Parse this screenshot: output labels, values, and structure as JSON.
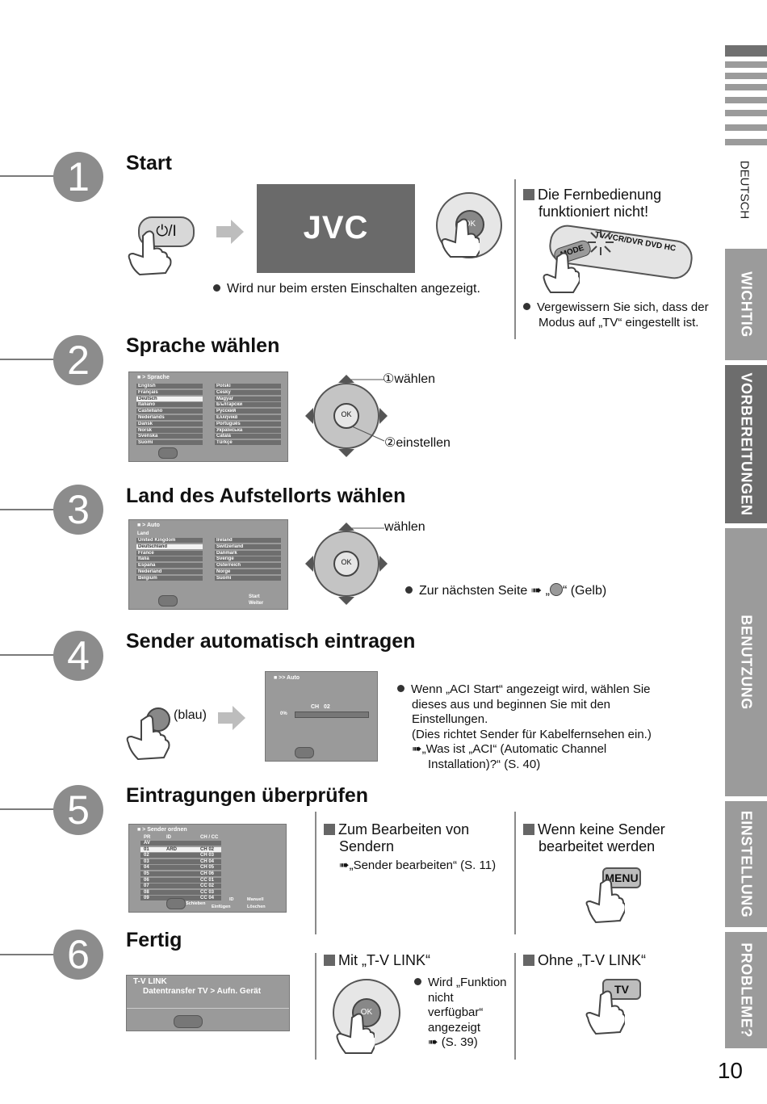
{
  "side_tabs": {
    "language": "DEUTSCH",
    "wichtig": "WICHTIG",
    "vorbereitungen": "VORBEREITUNGEN",
    "benutzung": "BENUTZUNG",
    "einstellung": "EINSTELLUNG",
    "probleme": "PROBLEME?"
  },
  "page_number": "10",
  "step1": {
    "number": "1",
    "title": "Start",
    "power_label": "⏻/I",
    "logo": "JVC",
    "ok_label": "OK",
    "note": "Wird nur beim ersten Einschalten angezeigt."
  },
  "remote_help": {
    "heading_line1": "Die Fernbedienung",
    "heading_line2": "funktioniert nicht!",
    "mode_label": "MODE",
    "mode_options": "TV  VCR/DVR DVD  HC",
    "note_line1": "Vergewissern Sie sich, dass der",
    "note_line2": "Modus auf „TV“ eingestellt ist."
  },
  "step2": {
    "number": "2",
    "title": "Sprache wählen",
    "screen_header": "Sprache",
    "languages_left": [
      "English",
      "Français",
      "Deutsch",
      "Italiano",
      "Castellano",
      "Nederlands",
      "Dansk",
      "Norsk",
      "Svenska",
      "Suomi"
    ],
    "languages_right": [
      "Polski",
      "Česky",
      "Magyar",
      "Български",
      "Русский",
      "Ελληνικά",
      "Português",
      "Українська",
      "Català",
      "Türkçe"
    ],
    "ok_label": "OK",
    "select_mark": "①",
    "select_label": "wählen",
    "set_mark": "②",
    "set_label": "einstellen"
  },
  "step3": {
    "number": "3",
    "title": "Land des Aufstellorts wählen",
    "screen_header": "Auto",
    "land_label": "Land",
    "countries_left": [
      "United Kingdom",
      "Deutschland",
      "France",
      "Italia",
      "España",
      "Nederland",
      "Belgium"
    ],
    "countries_right": [
      "Ireland",
      "Switzerland",
      "Danmark",
      "Sverige",
      "Österreich",
      "Norge",
      "Suomi"
    ],
    "start_label": "Start",
    "weiter_label": "Weiter",
    "ok_label": "OK",
    "select_label": "wählen",
    "next_page_text": "Zur nächsten Seite",
    "next_page_quote_open": "„",
    "next_page_quote_close": "“ (Gelb)"
  },
  "step4": {
    "number": "4",
    "title": "Sender automatisch eintragen",
    "button_label": "(blau)",
    "screen_header": "Auto",
    "ch_label": "CH",
    "ch_value": "02",
    "progress_label": "0%",
    "progress": 0.0,
    "note_line1": "Wenn „ACI Start“ angezeigt wird, wählen Sie",
    "note_line2": "dieses aus und beginnen Sie mit den",
    "note_line3": "Einstellungen.",
    "note_line4": "(Dies richtet Sender für Kabelfernsehen ein.)",
    "ref_line1": "„Was ist „ACI“ (Automatic Channel",
    "ref_line2": "Installation)?“ (S. 40)"
  },
  "step5": {
    "number": "5",
    "title": "Eintragungen überprüfen",
    "screen_header": "Sender ordnen",
    "col_pr": "PR",
    "col_id": "ID",
    "col_ch": "CH / CC",
    "rows": [
      {
        "pr": "AV",
        "id": "",
        "ch": ""
      },
      {
        "pr": "01",
        "id": "ARD",
        "ch": "CH 02"
      },
      {
        "pr": "02",
        "id": "",
        "ch": "CH 03"
      },
      {
        "pr": "03",
        "id": "",
        "ch": "CH 04"
      },
      {
        "pr": "04",
        "id": "",
        "ch": "CH 05"
      },
      {
        "pr": "05",
        "id": "",
        "ch": "CH 06"
      },
      {
        "pr": "06",
        "id": "",
        "ch": "CC 01"
      },
      {
        "pr": "07",
        "id": "",
        "ch": "CC 02"
      },
      {
        "pr": "08",
        "id": "",
        "ch": "CC 03"
      },
      {
        "pr": "09",
        "id": "",
        "ch": "CC 04"
      }
    ],
    "footer_schieben": "Schieben",
    "footer_id": "ID",
    "footer_manuell": "Manuell",
    "footer_einfuegen": "Einfügen",
    "footer_loeschen": "Löschen",
    "edit_heading_line1": "Zum Bearbeiten von",
    "edit_heading_line2": "Sendern",
    "edit_ref": "„Sender bearbeiten“ (S. 11)",
    "noedit_heading_line1": "Wenn keine Sender",
    "noedit_heading_line2": "bearbeitet werden",
    "menu_button": "MENU"
  },
  "step6": {
    "number": "6",
    "title": "Fertig",
    "tvlink_title": "T-V  LINK",
    "tvlink_text": "Datentransfer TV  >  Aufn. Gerät",
    "with_heading": "Mit „T-V LINK“",
    "ok_label": "OK",
    "with_note_line1": "Wird „Funktion",
    "with_note_line2": "nicht",
    "with_note_line3": "verfügbar“",
    "with_note_line4": "angezeigt",
    "with_note_ref": "(S. 39)",
    "without_heading": "Ohne „T-V LINK“",
    "tv_button": "TV"
  },
  "colors": {
    "circle": "#8c8c8c",
    "tab": "#9b9b9b",
    "tab_active": "#6d6d6d",
    "screen": "#9a9a9a",
    "menu_cell": "#6e6e6e"
  }
}
